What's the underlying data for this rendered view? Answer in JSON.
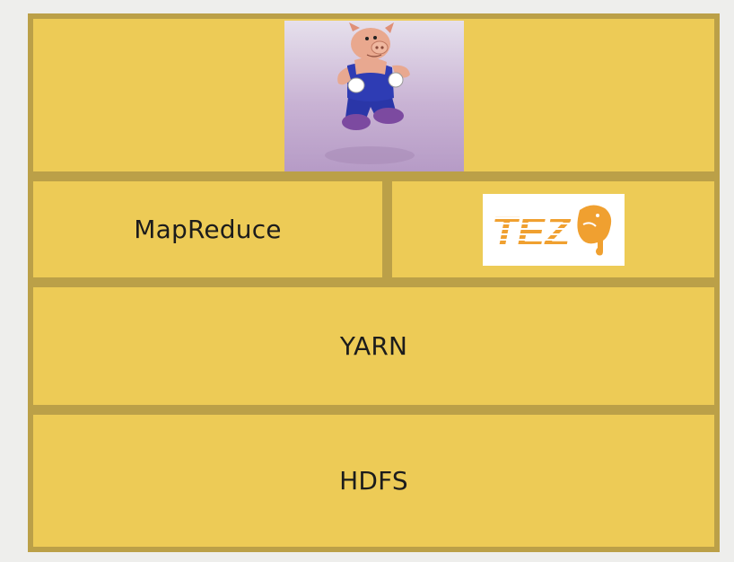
{
  "layers": {
    "mapreduce_label": "MapReduce",
    "tez_logo_text": "TEZ",
    "yarn_label": "YARN",
    "hdfs_label": "HDFS"
  },
  "colors": {
    "background": "#eeeeec",
    "box_fill": "#edcb56",
    "box_border": "#bba048",
    "tez_orange": "#f0a030"
  },
  "icons": {
    "pig": "pig-icon",
    "tez": "tez-elephant-logo"
  }
}
